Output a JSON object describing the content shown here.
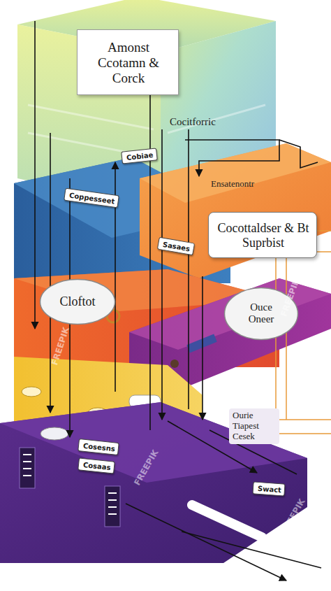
{
  "diagram": {
    "nodes": [
      {
        "text": [
          "Amonst Ccotamn & Corck"
        ]
      },
      {
        "text": [
          "Cocottaldser & Bt Suprbist"
        ]
      },
      {
        "text": [
          "Cloftot"
        ]
      },
      {
        "text": [
          "Ouce Oneer"
        ]
      },
      {
        "text": [
          "Cobiae"
        ]
      },
      {
        "text": [
          "Coppesseet"
        ]
      },
      {
        "text": [
          "Sasaes"
        ]
      },
      {
        "text": [
          "Cosesns"
        ]
      },
      {
        "text": [
          "Cosaas"
        ]
      },
      {
        "text": [
          "Swact"
        ]
      }
    ],
    "labels": [
      "Cocitforric",
      "Ensatenontr",
      "Ourie Tiapest Cesek",
      "FREEPIK",
      "FREEPIK",
      "FREEPIK",
      "FREEPIK"
    ]
  }
}
